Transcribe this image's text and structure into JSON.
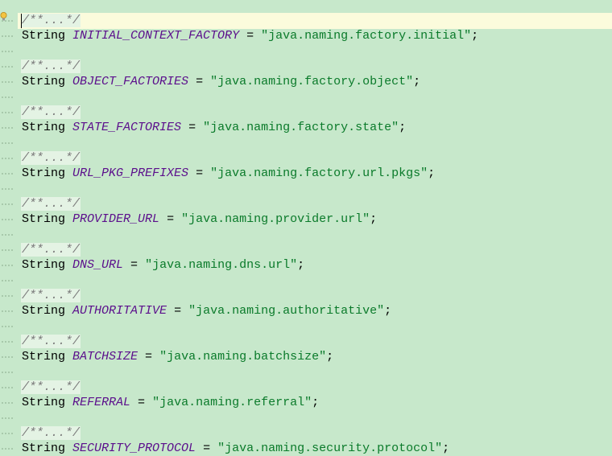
{
  "editor": {
    "fold_marker": "/**...*/",
    "type_keyword": "String",
    "assign": " = ",
    "terminator": ";",
    "constants": [
      {
        "name": "INITIAL_CONTEXT_FACTORY",
        "value": "\"java.naming.factory.initial\""
      },
      {
        "name": "OBJECT_FACTORIES",
        "value": "\"java.naming.factory.object\""
      },
      {
        "name": "STATE_FACTORIES",
        "value": "\"java.naming.factory.state\""
      },
      {
        "name": "URL_PKG_PREFIXES",
        "value": "\"java.naming.factory.url.pkgs\""
      },
      {
        "name": "PROVIDER_URL",
        "value": "\"java.naming.provider.url\""
      },
      {
        "name": "DNS_URL",
        "value": "\"java.naming.dns.url\""
      },
      {
        "name": "AUTHORITATIVE",
        "value": "\"java.naming.authoritative\""
      },
      {
        "name": "BATCHSIZE",
        "value": "\"java.naming.batchsize\""
      },
      {
        "name": "REFERRAL",
        "value": "\"java.naming.referral\""
      },
      {
        "name": "SECURITY_PROTOCOL",
        "value": "\"java.naming.security.protocol\""
      }
    ],
    "colors": {
      "background": "#c7e8cb",
      "current_line": "#fbfbdc",
      "constant": "#5b0f8c",
      "string": "#0a7a2a",
      "fold": "#7b7b7b"
    },
    "icons": {
      "intention": "lightbulb-icon"
    }
  }
}
